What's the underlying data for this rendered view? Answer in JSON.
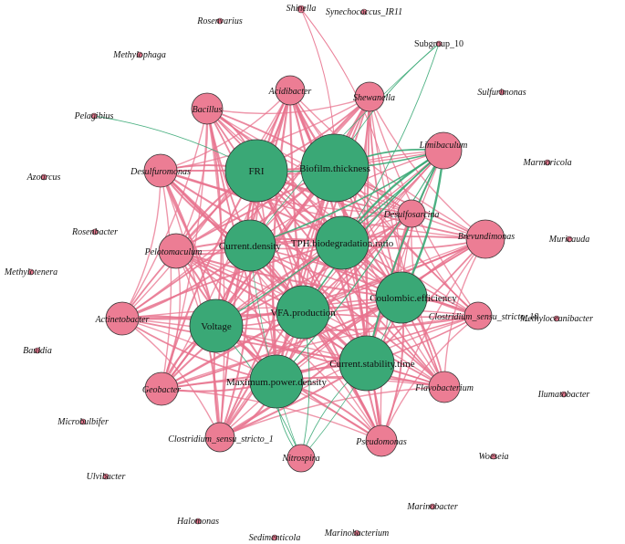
{
  "colors": {
    "parameter_node": "#3aa876",
    "genus_node": "#ec7d94",
    "node_outline": "#333333",
    "positive_edge": "#e8738e",
    "negative_edge": "#3aa876"
  },
  "parameters": [
    "FRI",
    "Biofilm.thickness",
    "Current.density",
    "TPH.biodegradation.ratio",
    "VFA.production",
    "Coulombic.efficiency",
    "Voltage",
    "Current.stability.time",
    "Maximum.power.density"
  ],
  "connected_genera": [
    "Shinella",
    "Acidibacter",
    "Shewanella",
    "Bacillus",
    "Limibaculum",
    "Desulfuromonas",
    "Desulfosarcina",
    "Brevundimonas",
    "Pelotomaculum",
    "Actinetobacter",
    "Clostridium_sensu_stricto_10",
    "Geobacter",
    "Flavobacterium",
    "Clostridium_sensu_stricto_1",
    "Pseudomonas",
    "Nitrospira"
  ],
  "isolated_genera": [
    "Rosenvarius",
    "Synechococcus_IR11",
    "Subgroup_10",
    "Methylophaga",
    "Sulfurimonas",
    "Pelagibius",
    "Marmoricola",
    "Azoarcus",
    "Rosenbacter",
    "Muricauda",
    "Methylotenera",
    "Methyloceanibacter",
    "Bauldia",
    "Ilumatobacter",
    "Microbulbifer",
    "Woeseia",
    "Ulvibacter",
    "Marinobacter",
    "Halomonas",
    "Marinobacterium",
    "Sedimenticola"
  ],
  "plain_label_nodes": [
    "Subgroup_10"
  ]
}
